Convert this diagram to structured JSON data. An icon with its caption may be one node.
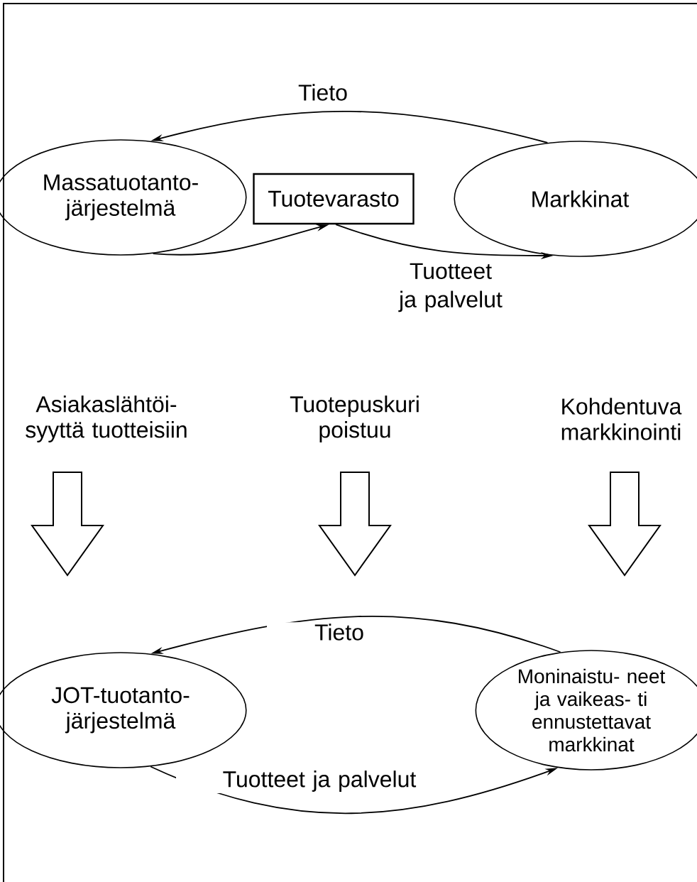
{
  "diagram": {
    "nodes": [
      {
        "text": [
          "Massatuotanto- järjestelmä"
        ]
      },
      {
        "text": [
          "Tuotevarasto"
        ]
      },
      {
        "text": [
          "Markkinat"
        ]
      },
      {
        "text": [
          "Asiakaslähtöi- syyttä tuotteisiin"
        ]
      },
      {
        "text": [
          "Tuotepuskuri poistuu"
        ]
      },
      {
        "text": [
          "Kohdentuva markkinointi"
        ]
      },
      {
        "text": [
          "JOT-tuotanto- järjestelmä"
        ]
      },
      {
        "text": [
          "Moninaistu- neet ja vaikeas- ti ennustettavat markkinat"
        ]
      }
    ],
    "edges": [
      {
        "from": 2,
        "to": 0,
        "arrow": "to",
        "label": "Tieto"
      },
      {
        "from": 0,
        "to": 1,
        "arrow": "to"
      },
      {
        "from": 1,
        "to": 2,
        "arrow": "to",
        "label": "Tuotteet ja palvelut"
      },
      {
        "from": 7,
        "to": 6,
        "arrow": "to",
        "label": "Tieto"
      },
      {
        "from": 6,
        "to": 7,
        "arrow": "to",
        "label": "Tuotteet ja palvelut"
      }
    ]
  }
}
